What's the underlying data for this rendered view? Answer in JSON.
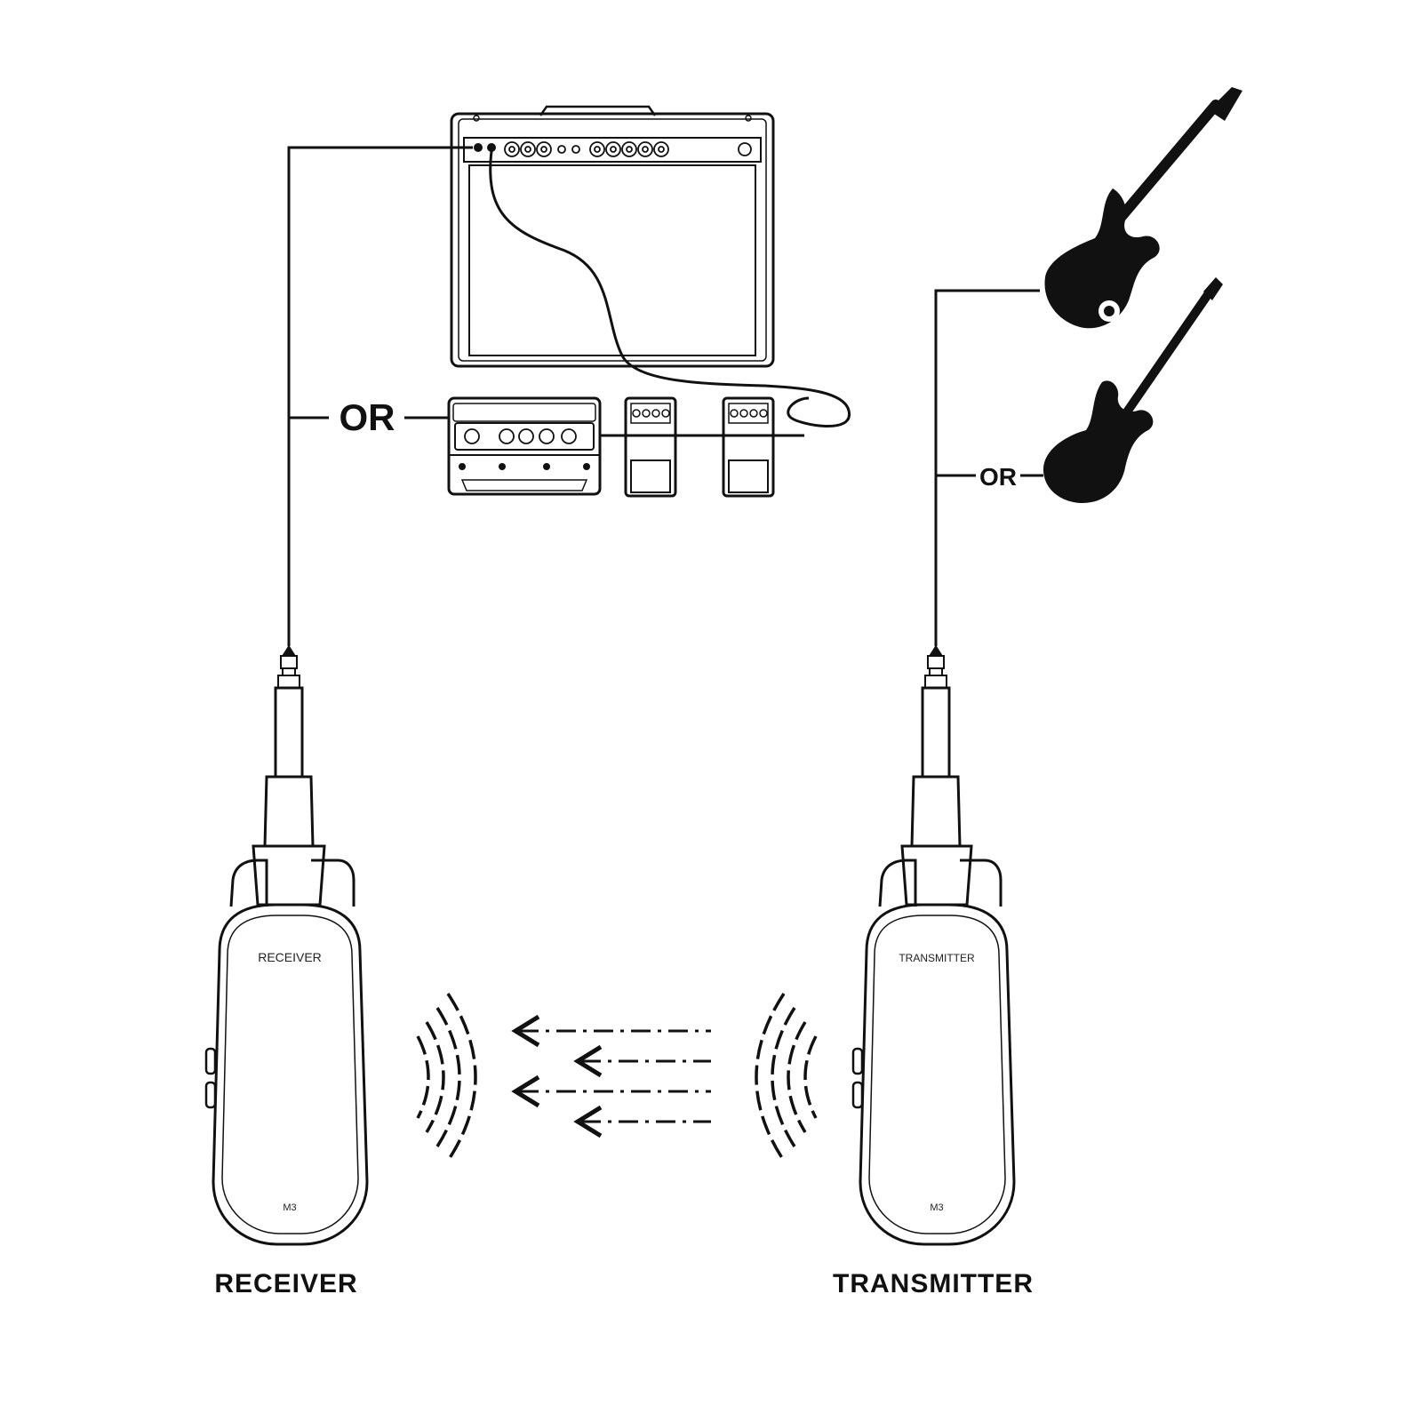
{
  "labels": {
    "or_left": "OR",
    "or_right": "OR",
    "receiver_caption": "RECEIVER",
    "transmitter_caption": "TRANSMITTER",
    "receiver_body": "RECEIVER",
    "transmitter_body": "TRANSMITTER",
    "receiver_model": "M3",
    "transmitter_model": "M3"
  },
  "colors": {
    "ink": "#111111",
    "background": "#ffffff"
  },
  "icons": [
    "guitar-amplifier",
    "multi-effects-pedal",
    "stomp-pedal",
    "electric-guitar",
    "wireless-receiver",
    "wireless-transmitter",
    "signal-waves",
    "arrow-left"
  ]
}
